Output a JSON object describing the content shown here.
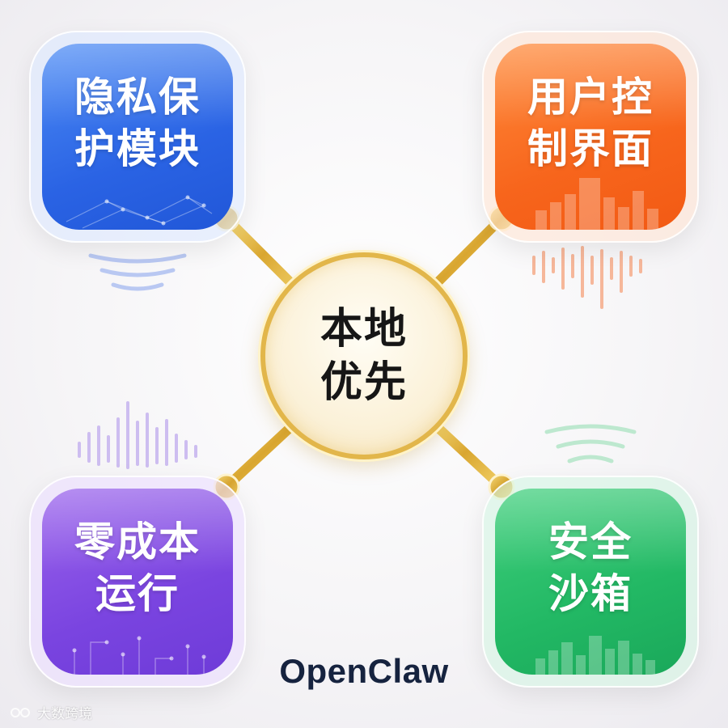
{
  "center": {
    "lines": [
      "本地",
      "优先"
    ]
  },
  "cards": {
    "top_left": {
      "lines": [
        "隐私保",
        "护模块"
      ],
      "color": "#2f6be6"
    },
    "top_right": {
      "lines": [
        "用户控",
        "制界面"
      ],
      "color": "#f7651c"
    },
    "bottom_left": {
      "lines": [
        "零成本",
        "运行"
      ],
      "color": "#7a44e0"
    },
    "bottom_right": {
      "lines": [
        "安全",
        "沙箱"
      ],
      "color": "#22b864"
    }
  },
  "connector_color": "#e2b64a",
  "brand": "OpenClaw",
  "watermark": {
    "text": "大数跨境"
  }
}
